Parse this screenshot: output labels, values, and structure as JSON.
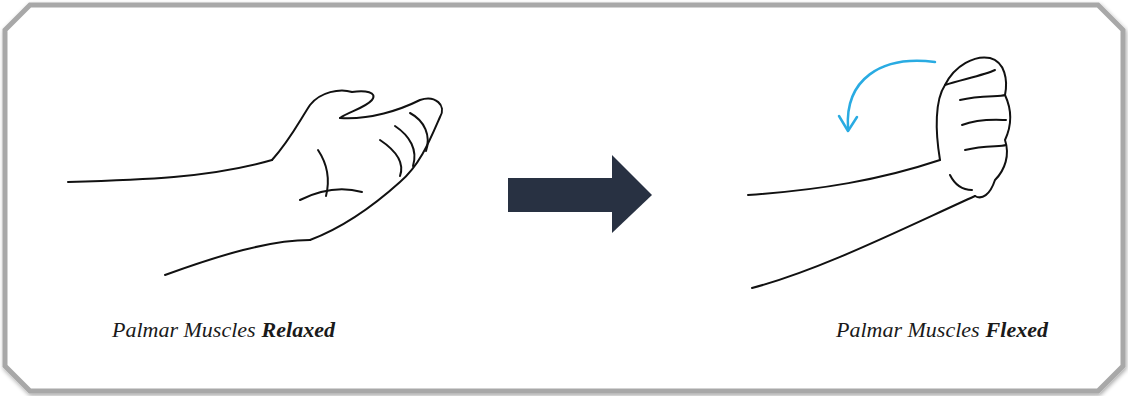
{
  "diagram": {
    "labels": [
      "Palmar Muscles",
      "Relaxed",
      "Palmar Muscles",
      "Flexed"
    ]
  }
}
